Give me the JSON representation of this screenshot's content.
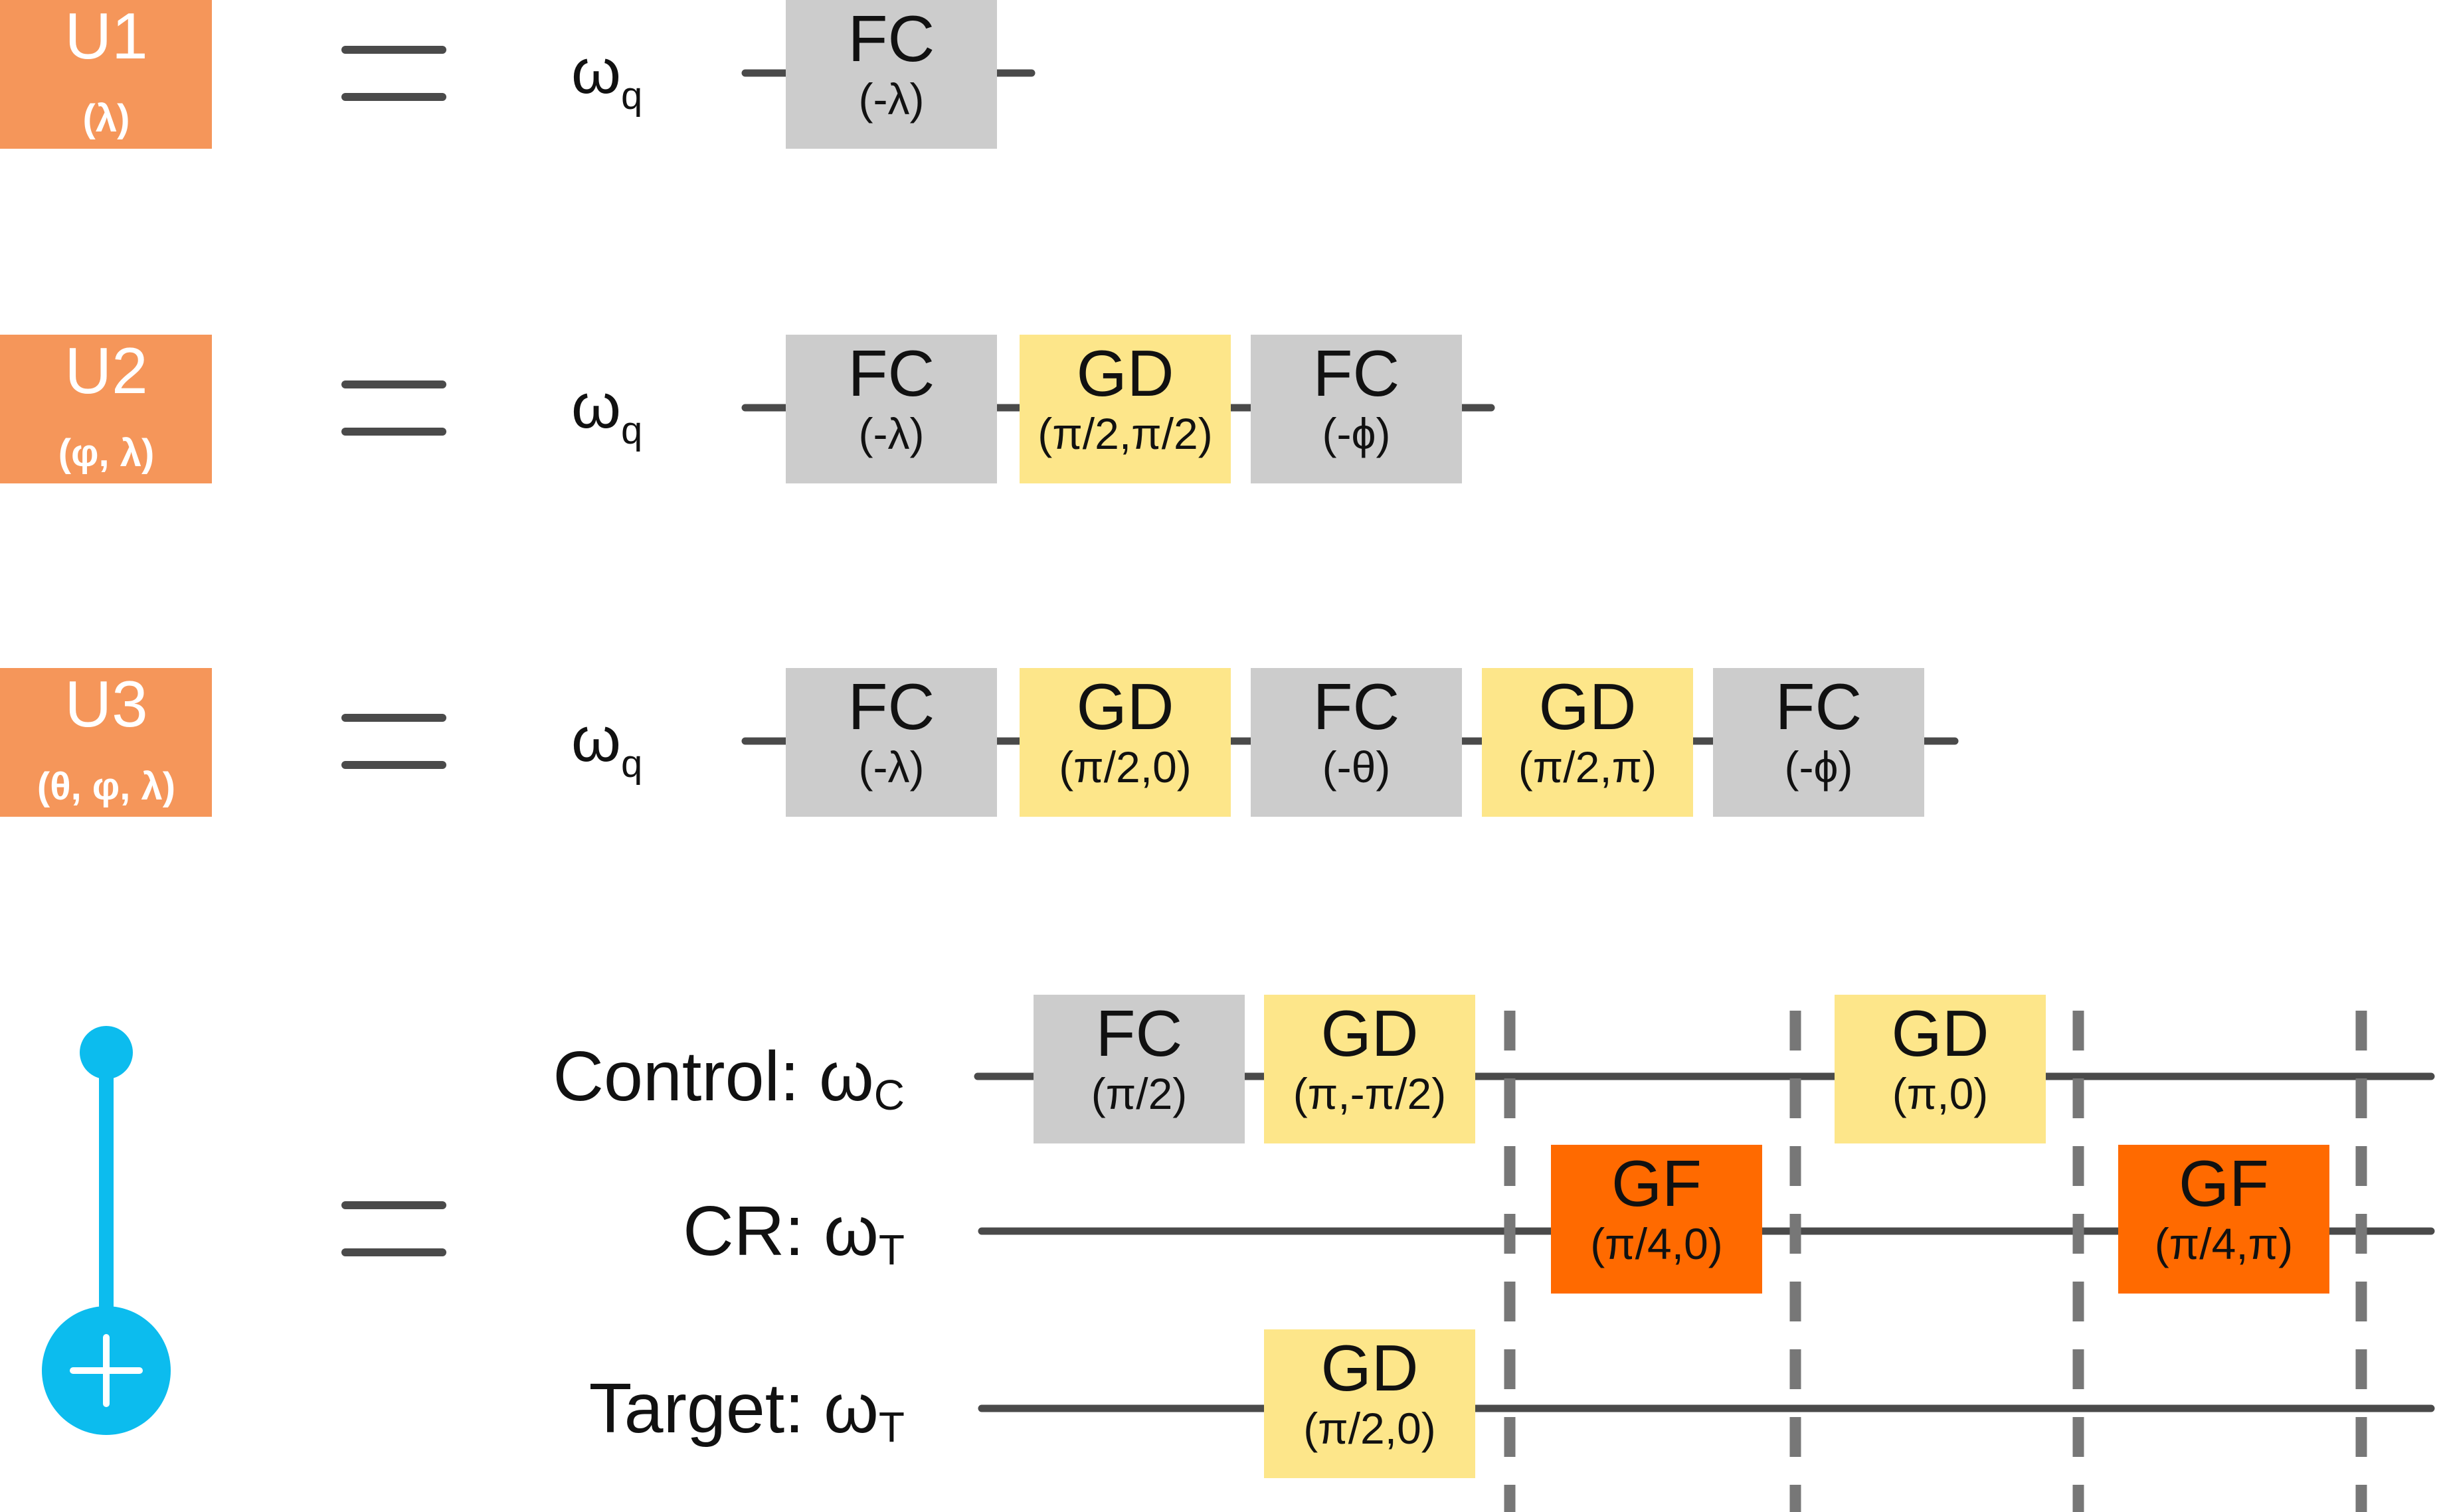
{
  "colors": {
    "unitary_box": "#f5965a",
    "fc_gate": "#cccccc",
    "gd_gate": "#fde68a",
    "gf_gate": "#ff6a00",
    "wire": "#4a4a4a",
    "barrier": "#777777",
    "cnot": "#0cbcee"
  },
  "rows": [
    {
      "unitary": {
        "name": "U1",
        "params": "(λ)"
      },
      "equals_icon": "double-bar-equals",
      "wire_label": {
        "symbol": "ω",
        "sub": "q"
      },
      "gates": [
        {
          "kind": "fc",
          "name": "FC",
          "param": "(-λ)"
        }
      ]
    },
    {
      "unitary": {
        "name": "U2",
        "params": "(φ, λ)"
      },
      "equals_icon": "double-bar-equals",
      "wire_label": {
        "symbol": "ω",
        "sub": "q"
      },
      "gates": [
        {
          "kind": "fc",
          "name": "FC",
          "param": "(-λ)"
        },
        {
          "kind": "gd",
          "name": "GD",
          "param": "(π/2,π/2)"
        },
        {
          "kind": "fc",
          "name": "FC",
          "param": "(-ϕ)"
        }
      ]
    },
    {
      "unitary": {
        "name": "U3",
        "params": "(θ, φ, λ)"
      },
      "equals_icon": "double-bar-equals",
      "wire_label": {
        "symbol": "ω",
        "sub": "q"
      },
      "gates": [
        {
          "kind": "fc",
          "name": "FC",
          "param": "(-λ)"
        },
        {
          "kind": "gd",
          "name": "GD",
          "param": "(π/2,0)"
        },
        {
          "kind": "fc",
          "name": "FC",
          "param": "(-θ)"
        },
        {
          "kind": "gd",
          "name": "GD",
          "param": "(π/2,π)"
        },
        {
          "kind": "fc",
          "name": "FC",
          "param": "(-ϕ)"
        }
      ]
    }
  ],
  "cnot": {
    "control_icon": "control-dot",
    "target_icon": "target-plus",
    "equals_icon": "double-bar-equals",
    "wires": [
      {
        "prefix": "Control: ",
        "symbol": "ω",
        "sub": "C"
      },
      {
        "prefix": "CR: ",
        "symbol": "ω",
        "sub": "T"
      },
      {
        "prefix": "Target: ",
        "symbol": "ω",
        "sub": "T"
      }
    ],
    "gates": [
      {
        "kind": "fc",
        "name": "FC",
        "param": "(π/2)"
      },
      {
        "kind": "gd",
        "name": "GD",
        "param": "(π,-π/2)"
      },
      {
        "kind": "gd",
        "name": "GD",
        "param": "(π,0)"
      },
      {
        "kind": "gf",
        "name": "GF",
        "param": "(π/4,0)"
      },
      {
        "kind": "gf",
        "name": "GF",
        "param": "(π/4,π)"
      },
      {
        "kind": "gd",
        "name": "GD",
        "param": "(π/2,0)"
      }
    ],
    "barrier_count": 4
  }
}
